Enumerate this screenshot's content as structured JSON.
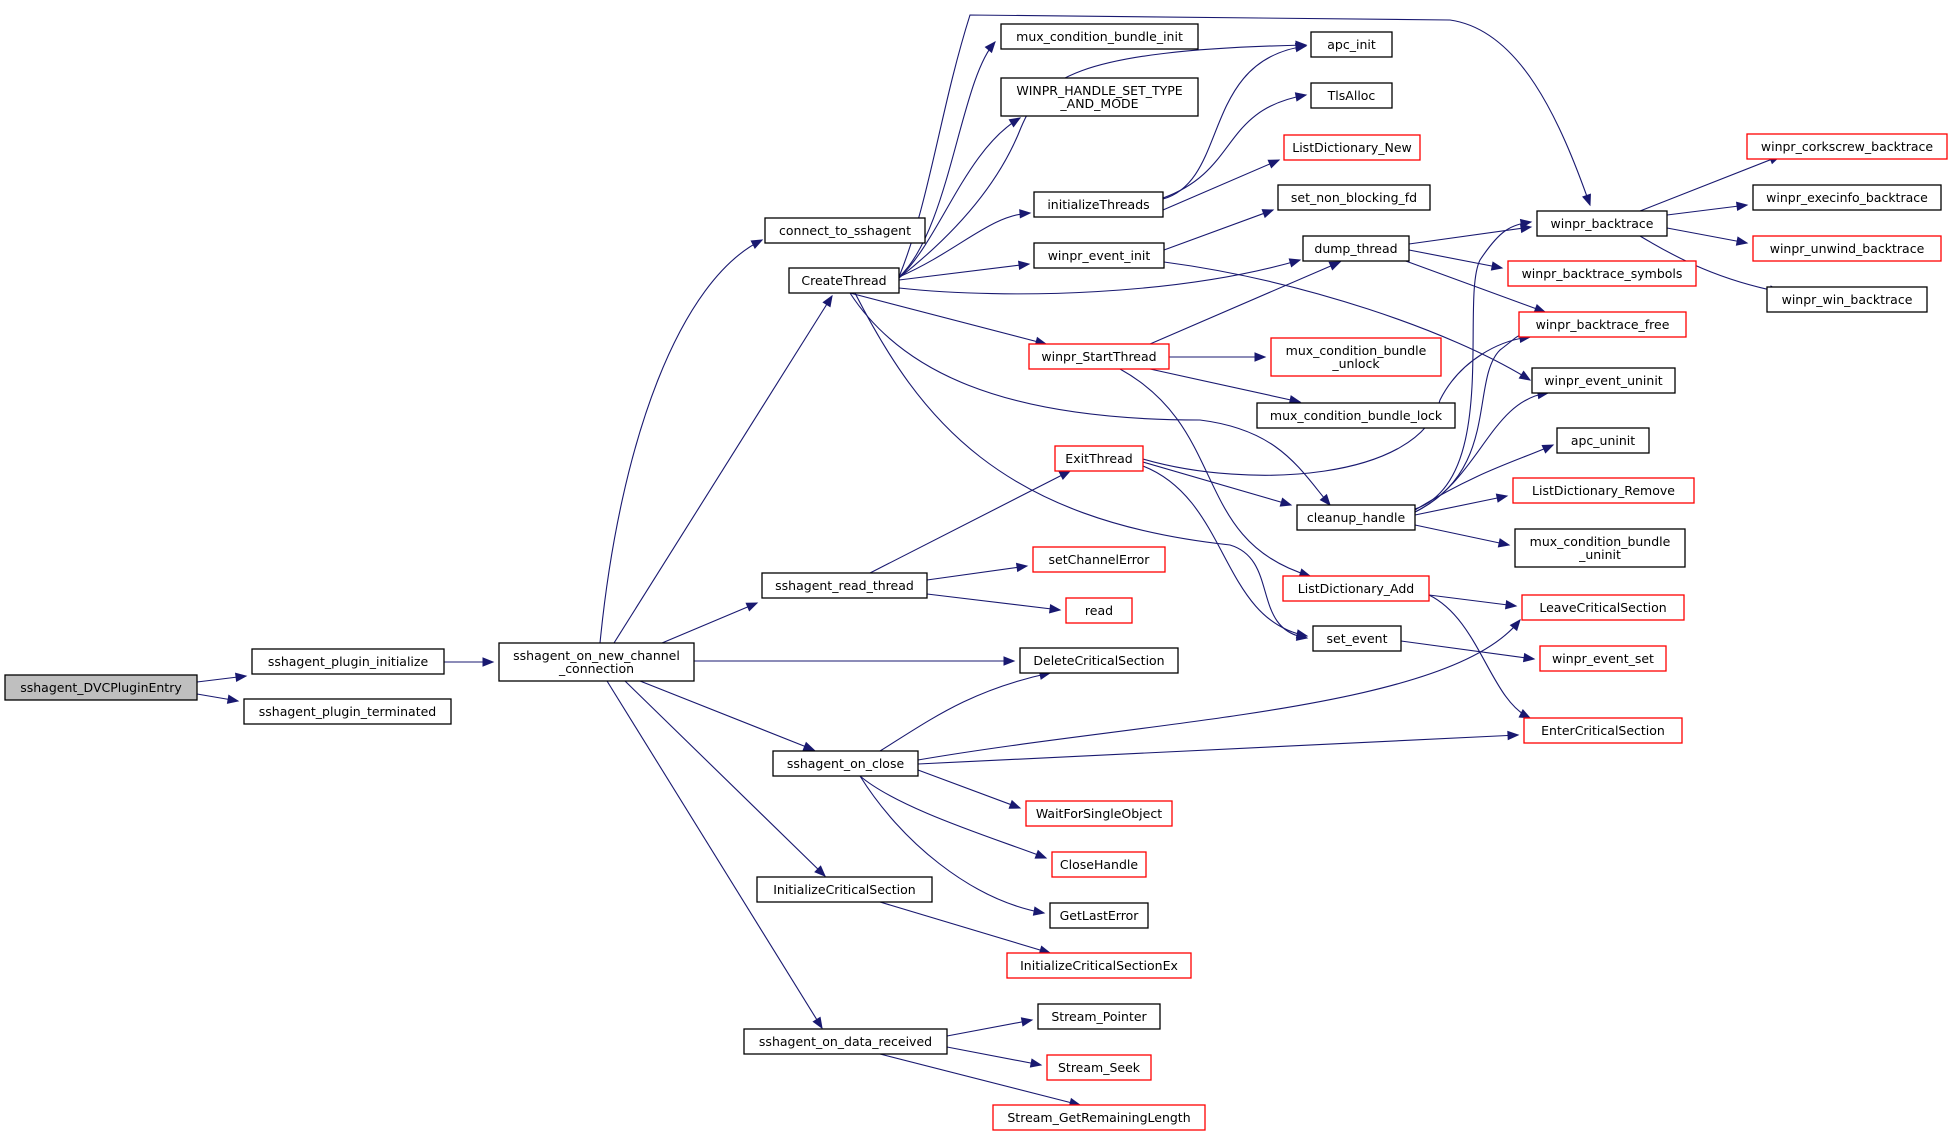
{
  "colors": {
    "edge": "#191970",
    "normal_border": "#000000",
    "external_border": "#ff0000",
    "root_fill": "#bfbfbf"
  },
  "nodes": [
    {
      "id": "entry",
      "lines": [
        "sshagent_DVCPluginEntry"
      ],
      "style": "root"
    },
    {
      "id": "plugin_init",
      "lines": [
        "sshagent_plugin_initialize"
      ],
      "style": "normal"
    },
    {
      "id": "plugin_term",
      "lines": [
        "sshagent_plugin_terminated"
      ],
      "style": "normal"
    },
    {
      "id": "on_new_conn",
      "lines": [
        "sshagent_on_new_channel",
        "_connection"
      ],
      "style": "normal"
    },
    {
      "id": "connect",
      "lines": [
        "connect_to_sshagent"
      ],
      "style": "normal"
    },
    {
      "id": "create_thread",
      "lines": [
        "CreateThread"
      ],
      "style": "normal"
    },
    {
      "id": "read_thread",
      "lines": [
        "sshagent_read_thread"
      ],
      "style": "normal"
    },
    {
      "id": "on_close",
      "lines": [
        "sshagent_on_close"
      ],
      "style": "normal"
    },
    {
      "id": "init_cs",
      "lines": [
        "InitializeCriticalSection"
      ],
      "style": "normal"
    },
    {
      "id": "on_data",
      "lines": [
        "sshagent_on_data_received"
      ],
      "style": "normal"
    },
    {
      "id": "mux_init",
      "lines": [
        "mux_condition_bundle_init"
      ],
      "style": "normal"
    },
    {
      "id": "winpr_handle",
      "lines": [
        "WINPR_HANDLE_SET_TYPE",
        "_AND_MODE"
      ],
      "style": "normal"
    },
    {
      "id": "init_threads",
      "lines": [
        "initializeThreads"
      ],
      "style": "normal"
    },
    {
      "id": "event_init",
      "lines": [
        "winpr_event_init"
      ],
      "style": "normal"
    },
    {
      "id": "start_thread",
      "lines": [
        "winpr_StartThread"
      ],
      "style": "external"
    },
    {
      "id": "exit_thread",
      "lines": [
        "ExitThread"
      ],
      "style": "external"
    },
    {
      "id": "set_channel_error",
      "lines": [
        "setChannelError"
      ],
      "style": "external"
    },
    {
      "id": "read",
      "lines": [
        "read"
      ],
      "style": "external"
    },
    {
      "id": "delete_cs",
      "lines": [
        "DeleteCriticalSection"
      ],
      "style": "normal"
    },
    {
      "id": "wait_single",
      "lines": [
        "WaitForSingleObject"
      ],
      "style": "external"
    },
    {
      "id": "close_handle",
      "lines": [
        "CloseHandle"
      ],
      "style": "external"
    },
    {
      "id": "get_last_error",
      "lines": [
        "GetLastError"
      ],
      "style": "normal"
    },
    {
      "id": "init_cs_ex",
      "lines": [
        "InitializeCriticalSectionEx"
      ],
      "style": "external"
    },
    {
      "id": "stream_pointer",
      "lines": [
        "Stream_Pointer"
      ],
      "style": "normal"
    },
    {
      "id": "stream_seek",
      "lines": [
        "Stream_Seek"
      ],
      "style": "external"
    },
    {
      "id": "stream_remaining",
      "lines": [
        "Stream_GetRemainingLength"
      ],
      "style": "external"
    },
    {
      "id": "apc_init",
      "lines": [
        "apc_init"
      ],
      "style": "normal"
    },
    {
      "id": "tls_alloc",
      "lines": [
        "TlsAlloc"
      ],
      "style": "normal"
    },
    {
      "id": "listdict_new",
      "lines": [
        "ListDictionary_New"
      ],
      "style": "external"
    },
    {
      "id": "set_non_blocking",
      "lines": [
        "set_non_blocking_fd"
      ],
      "style": "normal"
    },
    {
      "id": "dump_thread",
      "lines": [
        "dump_thread"
      ],
      "style": "normal"
    },
    {
      "id": "mux_unlock",
      "lines": [
        "mux_condition_bundle",
        "_unlock"
      ],
      "style": "external"
    },
    {
      "id": "mux_lock",
      "lines": [
        "mux_condition_bundle_lock"
      ],
      "style": "normal"
    },
    {
      "id": "cleanup_handle",
      "lines": [
        "cleanup_handle"
      ],
      "style": "normal"
    },
    {
      "id": "listdict_add",
      "lines": [
        "ListDictionary_Add"
      ],
      "style": "external"
    },
    {
      "id": "set_event",
      "lines": [
        "set_event"
      ],
      "style": "normal"
    },
    {
      "id": "winpr_backtrace",
      "lines": [
        "winpr_backtrace"
      ],
      "style": "normal"
    },
    {
      "id": "backtrace_symbols",
      "lines": [
        "winpr_backtrace_symbols"
      ],
      "style": "external"
    },
    {
      "id": "backtrace_free",
      "lines": [
        "winpr_backtrace_free"
      ],
      "style": "external"
    },
    {
      "id": "event_uninit",
      "lines": [
        "winpr_event_uninit"
      ],
      "style": "normal"
    },
    {
      "id": "apc_uninit",
      "lines": [
        "apc_uninit"
      ],
      "style": "normal"
    },
    {
      "id": "listdict_remove",
      "lines": [
        "ListDictionary_Remove"
      ],
      "style": "external"
    },
    {
      "id": "mux_uninit",
      "lines": [
        "mux_condition_bundle",
        "_uninit"
      ],
      "style": "normal"
    },
    {
      "id": "leave_cs",
      "lines": [
        "LeaveCriticalSection"
      ],
      "style": "external"
    },
    {
      "id": "event_set",
      "lines": [
        "winpr_event_set"
      ],
      "style": "external"
    },
    {
      "id": "enter_cs",
      "lines": [
        "EnterCriticalSection"
      ],
      "style": "external"
    },
    {
      "id": "corkscrew",
      "lines": [
        "winpr_corkscrew_backtrace"
      ],
      "style": "external"
    },
    {
      "id": "execinfo",
      "lines": [
        "winpr_execinfo_backtrace"
      ],
      "style": "normal"
    },
    {
      "id": "unwind",
      "lines": [
        "winpr_unwind_backtrace"
      ],
      "style": "external"
    },
    {
      "id": "win_backtrace",
      "lines": [
        "winpr_win_backtrace"
      ],
      "style": "normal"
    }
  ]
}
